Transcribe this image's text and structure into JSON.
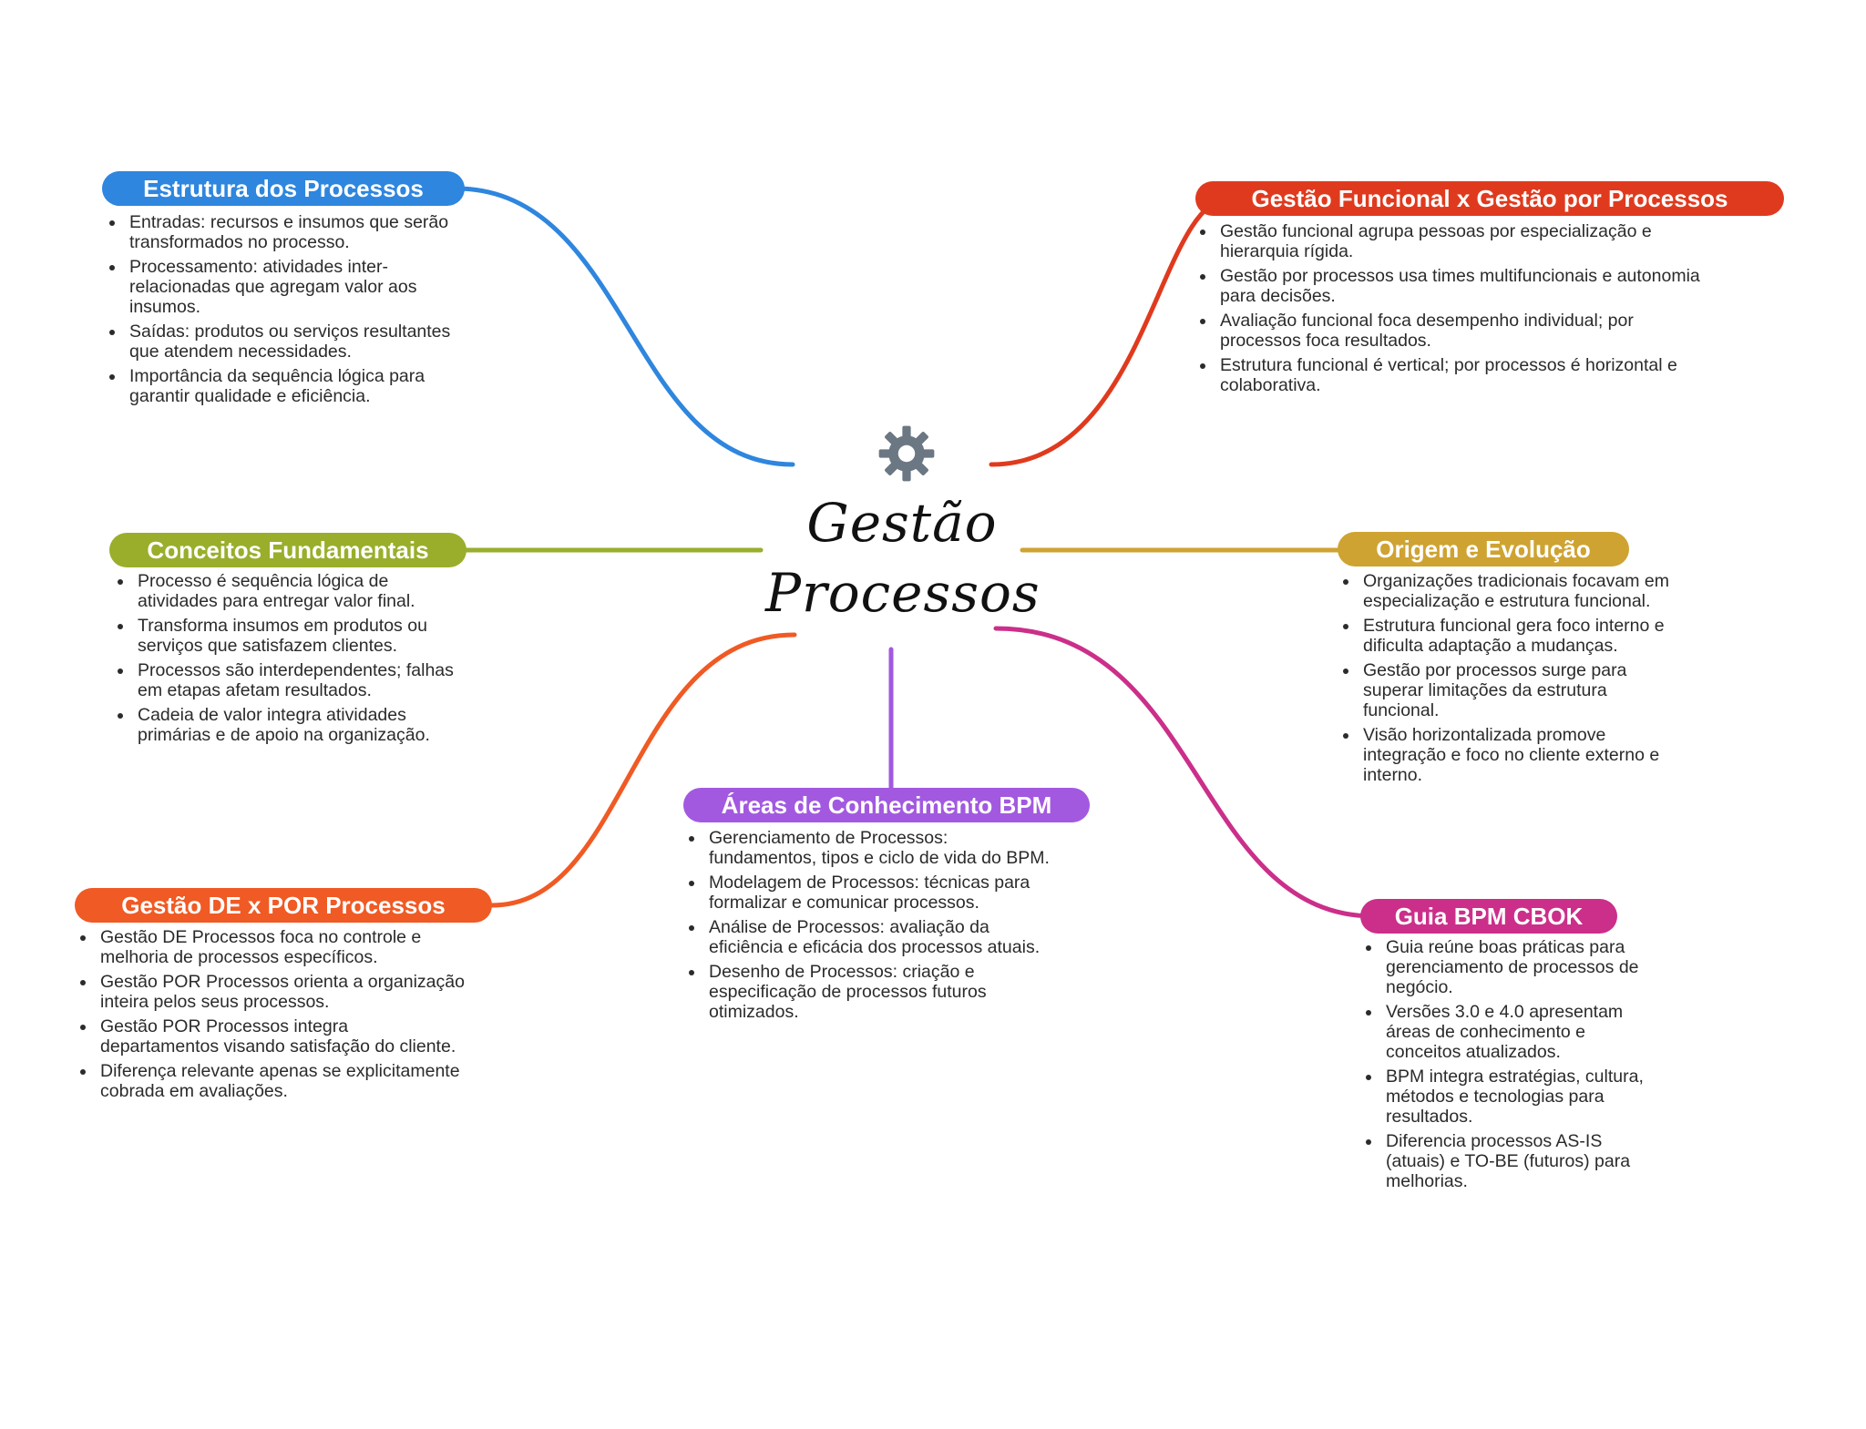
{
  "central_topic": {
    "line1": "Gestão",
    "line2": "Processos",
    "icon": "gear-icon"
  },
  "colors": {
    "estrutura": "#2E86DE",
    "conceitos": "#9AAE2B",
    "gestao_de_por": "#F05A24",
    "areas": "#A259E0",
    "funcional": "#E03A1E",
    "origem": "#CFA332",
    "guia": "#CB2F8A",
    "gear": "#6B7782"
  },
  "branches": {
    "estrutura": {
      "title": "Estrutura dos Processos",
      "items": [
        "Entradas: recursos e insumos que serão transformados no processo.",
        "Processamento: atividades inter-relacionadas que agregam valor aos insumos.",
        "Saídas: produtos ou serviços resultantes que atendem necessidades.",
        "Importância da sequência lógica para garantir qualidade e eficiência."
      ]
    },
    "conceitos": {
      "title": "Conceitos Fundamentais",
      "items": [
        "Processo é sequência lógica de atividades para entregar valor final.",
        "Transforma insumos em produtos ou serviços que satisfazem clientes.",
        "Processos são interdependentes; falhas em etapas afetam resultados.",
        "Cadeia de valor integra atividades primárias e de apoio na organização."
      ]
    },
    "gestao_de_por": {
      "title": "Gestão DE x POR Processos",
      "items": [
        "Gestão DE Processos foca no controle e melhoria de processos específicos.",
        "Gestão POR Processos orienta a organização inteira pelos seus processos.",
        "Gestão POR Processos integra departamentos visando satisfação do cliente.",
        "Diferença relevante apenas se explicitamente cobrada em avaliações."
      ]
    },
    "areas": {
      "title": "Áreas de Conhecimento BPM",
      "items": [
        "Gerenciamento de Processos: fundamentos, tipos e ciclo de vida do BPM.",
        "Modelagem de Processos: técnicas para formalizar e comunicar processos.",
        "Análise de Processos: avaliação da eficiência e eficácia dos processos atuais.",
        "Desenho de Processos: criação e especificação de processos futuros otimizados."
      ]
    },
    "funcional": {
      "title": "Gestão Funcional x Gestão por Processos",
      "items": [
        "Gestão funcional agrupa pessoas por especialização e hierarquia rígida.",
        "Gestão por processos usa times multifuncionais e autonomia para decisões.",
        "Avaliação funcional foca desempenho individual; por processos foca resultados.",
        "Estrutura funcional é vertical; por processos é horizontal e colaborativa."
      ]
    },
    "origem": {
      "title": "Origem e Evolução",
      "items": [
        "Organizações tradicionais focavam em especialização e estrutura funcional.",
        "Estrutura funcional gera foco interno e dificulta adaptação a mudanças.",
        "Gestão por processos surge para superar limitações da estrutura funcional.",
        "Visão horizontalizada promove integração e foco no cliente externo e interno."
      ]
    },
    "guia": {
      "title": "Guia BPM CBOK",
      "items": [
        "Guia reúne boas práticas para gerenciamento de processos de negócio.",
        "Versões 3.0 e 4.0 apresentam áreas de conhecimento e conceitos atualizados.",
        "BPM integra estratégias, cultura, métodos e tecnologias para resultados.",
        "Diferencia processos AS-IS (atuais) e TO-BE (futuros) para melhorias."
      ]
    }
  }
}
